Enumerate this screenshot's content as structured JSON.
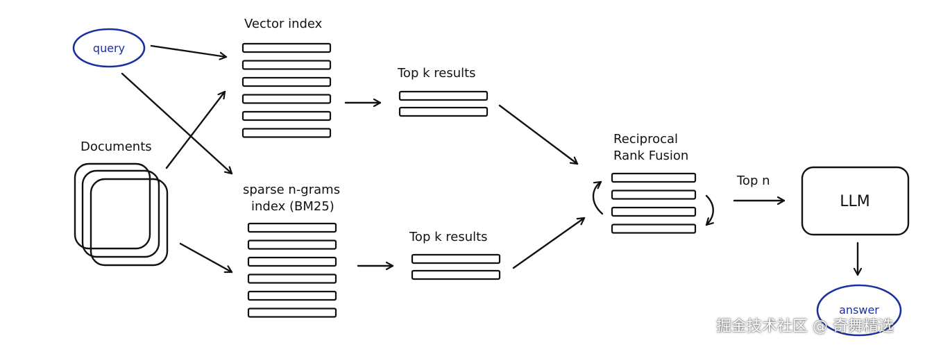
{
  "nodes": {
    "query": "query",
    "documents": "Documents",
    "vector_index": "Vector index",
    "sparse_index_line1": "sparse n-grams",
    "sparse_index_line2": "index (BM25)",
    "topk_top": "Top k results",
    "topk_bottom": "Top k results",
    "rrf_line1": "Reciprocal",
    "rrf_line2": "Rank Fusion",
    "top_n": "Top n",
    "llm": "LLM",
    "answer": "answer"
  },
  "watermark": "掘金技术社区 @ 奇舞精选",
  "colors": {
    "ink": "#111111",
    "accent": "#1a2fa0"
  }
}
